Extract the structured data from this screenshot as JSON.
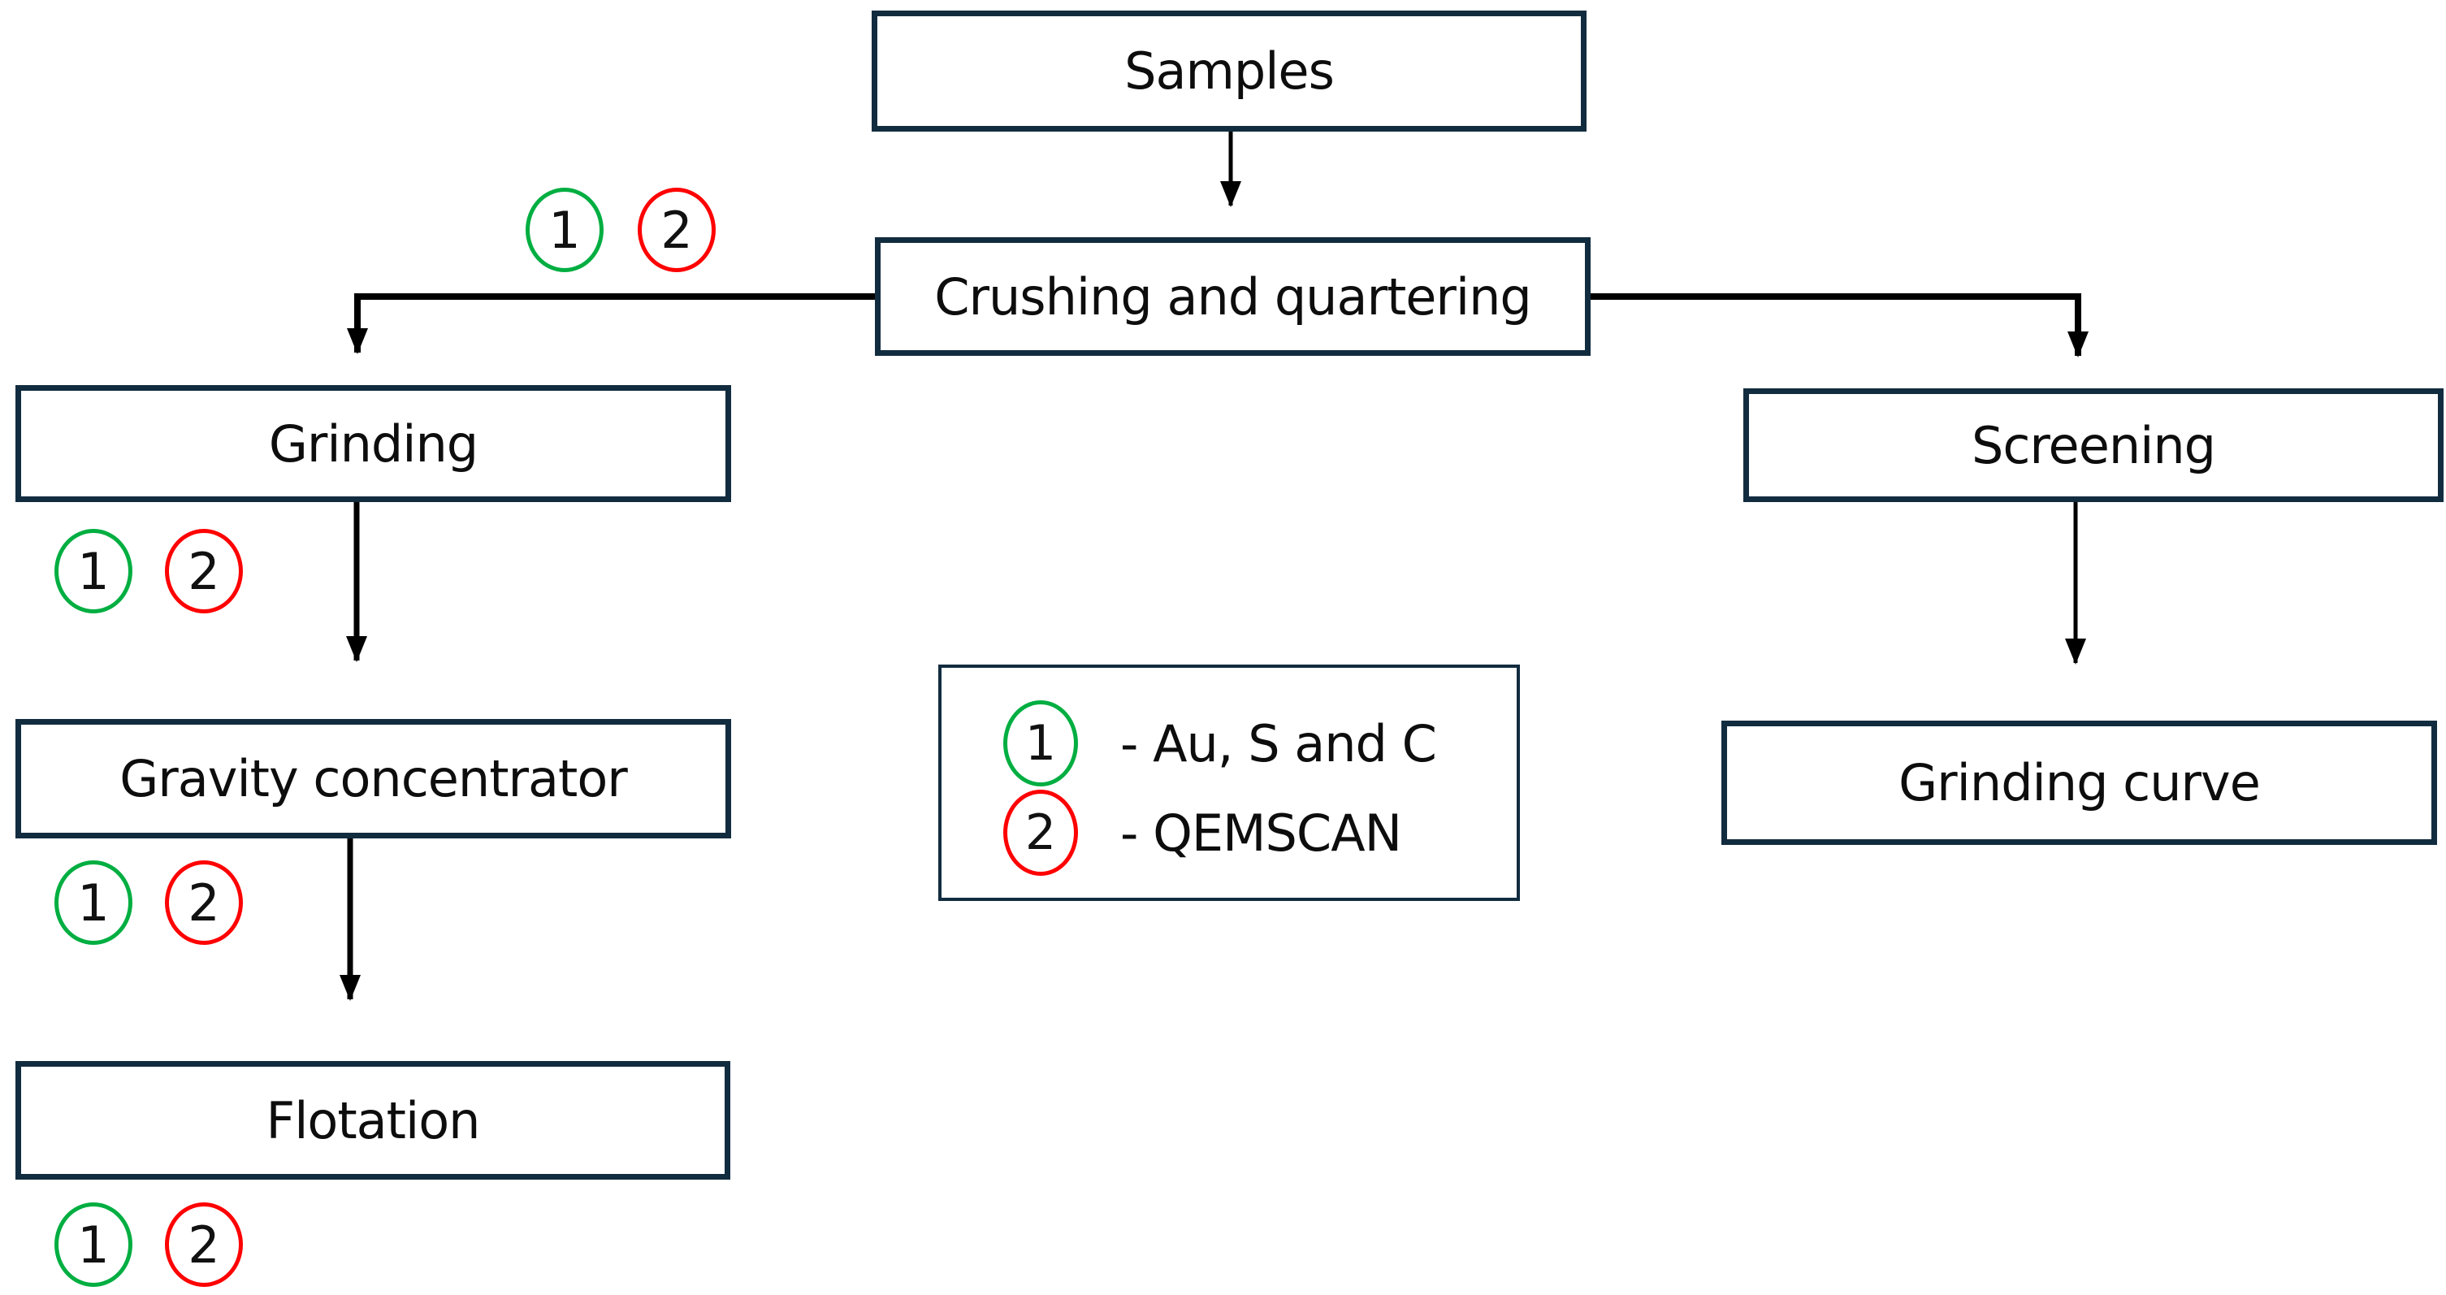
{
  "nodes": {
    "samples": {
      "label": "Samples"
    },
    "crushing": {
      "label": "Crushing and quartering"
    },
    "grinding": {
      "label": "Grinding"
    },
    "gravity": {
      "label": "Gravity concentrator"
    },
    "flotation": {
      "label": "Flotation"
    },
    "screening": {
      "label": "Screening"
    },
    "grinding_curve": {
      "label": "Grinding curve"
    }
  },
  "markers": {
    "one": {
      "digit": "1",
      "color": "#00ae41"
    },
    "two": {
      "digit": "2",
      "color": "#ff0000"
    }
  },
  "legend": {
    "items": [
      {
        "digit": "1",
        "color": "#00ae41",
        "label": "- Au, S and C"
      },
      {
        "digit": "2",
        "color": "#ff0000",
        "label": "- QEMSCAN"
      }
    ]
  },
  "colors": {
    "box_border": "#122c3f",
    "connector": "#000000",
    "background": "#ffffff",
    "text": "#0d0d0d"
  }
}
